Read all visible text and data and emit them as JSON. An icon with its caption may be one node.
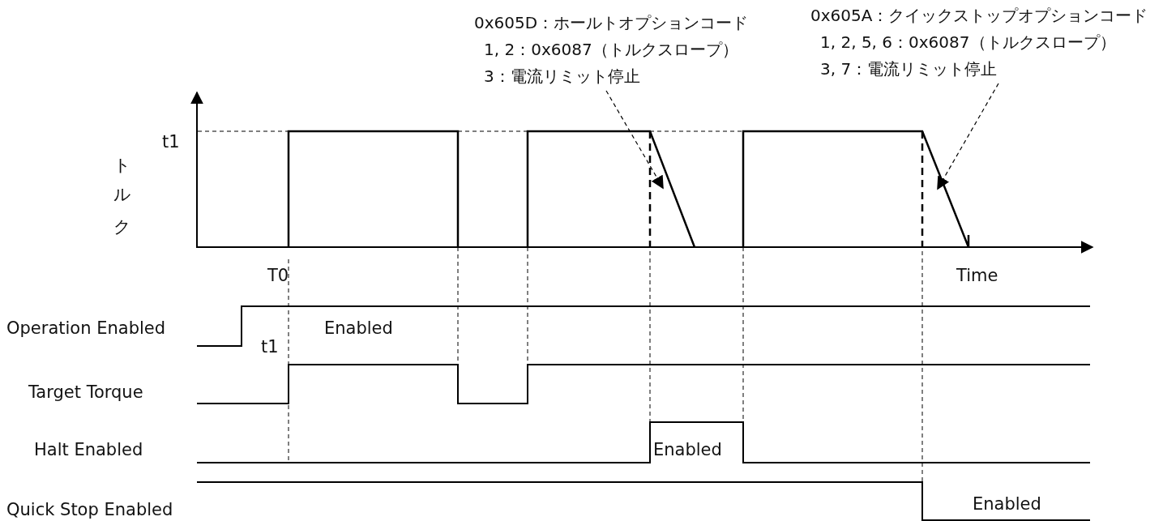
{
  "diagram": {
    "nodes": [
      {
        "text": [
          "0x605D：ホールトオプションコード",
          "1, 2：0x6087（トルクスロープ）",
          "3：電流リミット停止"
        ]
      },
      {
        "text": [
          "0x605A：クイックストップオプションコード",
          "1, 2, 5, 6：0x6087（トルクスロープ）",
          "3, 7：電流リミット停止"
        ]
      }
    ],
    "edges": [
      {
        "from": 0,
        "to": null,
        "arrow": "to",
        "style": "dashed"
      },
      {
        "from": 1,
        "to": null,
        "arrow": "to",
        "style": "dashed"
      }
    ],
    "labels": [
      "t1",
      "トルク",
      "T0",
      "Time",
      "Operation Enabled",
      "Enabled",
      "t1",
      "Target Torque",
      "Halt Enabled",
      "Enabled",
      "Quick Stop Enabled",
      "Enabled"
    ]
  }
}
